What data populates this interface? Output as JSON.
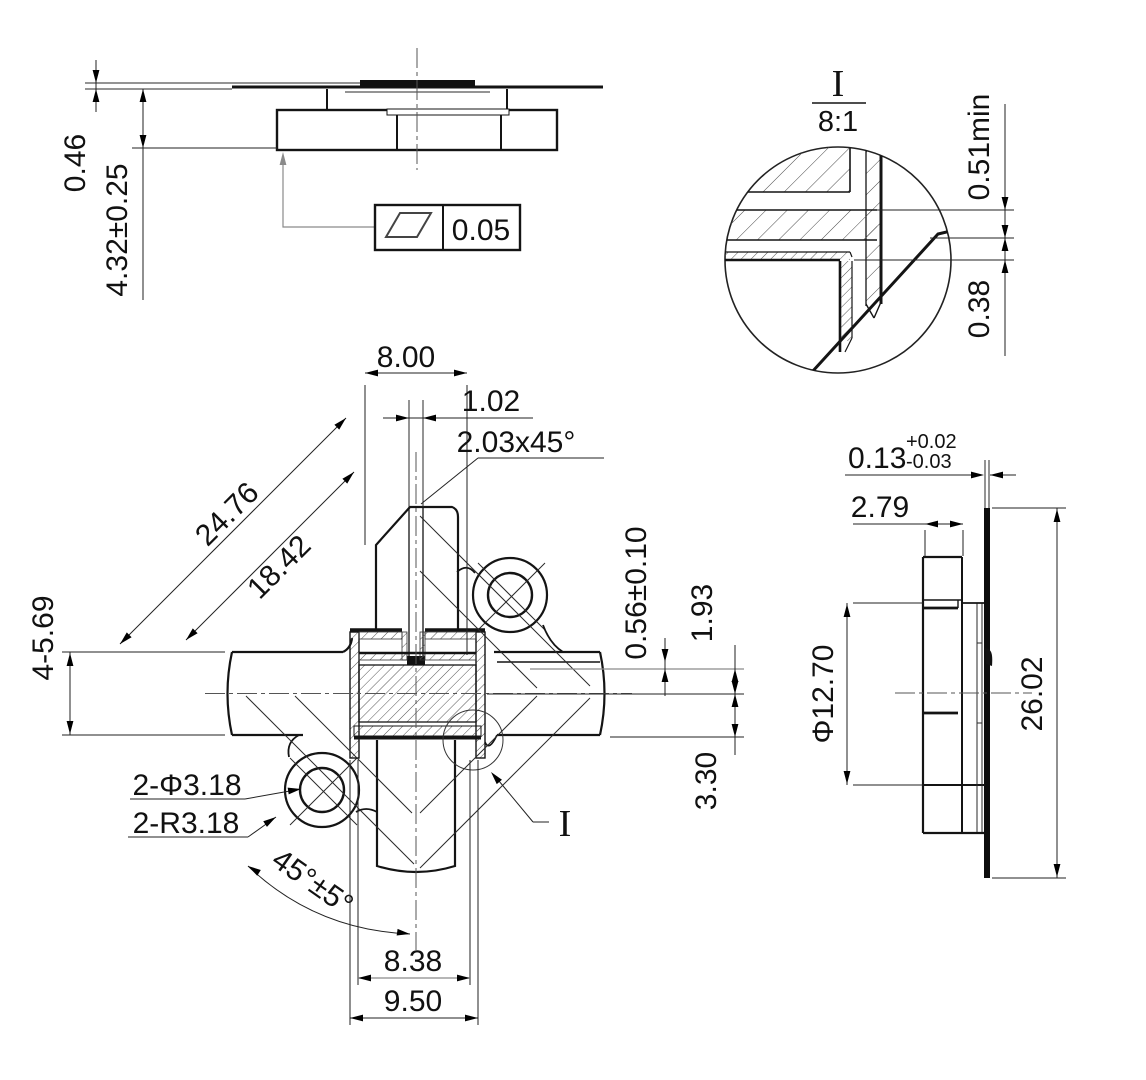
{
  "drawing": {
    "type": "engineering-part-drawing",
    "bg_color": "#ffffff",
    "line_color": "#141414",
    "views": {
      "side": {
        "dim_lead_offset": "0.46",
        "dim_height": "4.32±0.25",
        "flatness_tolerance": "0.05"
      },
      "detail": {
        "id": "I",
        "scale": "8:1",
        "dim_wall_min": "0.51min",
        "dim_step": "0.38"
      },
      "front": {
        "dim_tab_width": "8.00",
        "dim_lead_width": "1.02",
        "dim_chamfer": "2.03x45°",
        "dim_diagonal_outer": "24.76",
        "dim_diagonal_inner": "18.42",
        "dim_lead_span": "4-5.69",
        "dim_tab_thickness": "0.56±0.10",
        "dim_step_height": "1.93",
        "dim_base_height": "3.30",
        "dim_holes": "2-Φ3.18",
        "dim_ear_radius": "2-R3.18",
        "dim_angle": "45°±5°",
        "dim_body_width": "8.38",
        "dim_flange_width": "9.50",
        "detail_ref": "I"
      },
      "right": {
        "dim_thickness": "0.13",
        "dim_tol_plus": "+0.02",
        "dim_tol_minus": "-0.03",
        "dim_cap_width": "2.79",
        "dim_diameter": "Φ12.70",
        "dim_height": "26.02"
      }
    }
  }
}
